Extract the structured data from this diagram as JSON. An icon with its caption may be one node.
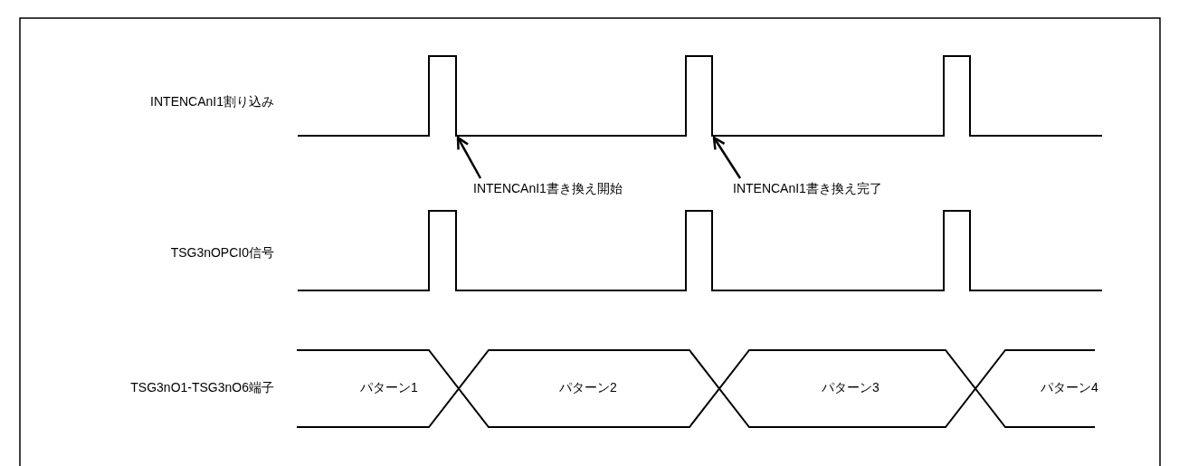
{
  "diagram": {
    "nodes": [
      {
        "text": [],
        "shape": "waveform"
      },
      {
        "text": [
          "INTENCAnI1書き換え開始"
        ]
      },
      {
        "text": [
          "INTENCAnI1書き換え完了"
        ]
      }
    ],
    "edges": [
      {
        "from": 1,
        "to": 0,
        "arrow": "to"
      },
      {
        "from": 2,
        "to": 0,
        "arrow": "to"
      }
    ],
    "labels": [
      "INTENCAnI1割り込み",
      "TSG3nOPCI0信号",
      "TSG3nO1-TSG3nO6端子",
      "パターン1",
      "パターン2",
      "パターン3",
      "パターン4"
    ]
  }
}
